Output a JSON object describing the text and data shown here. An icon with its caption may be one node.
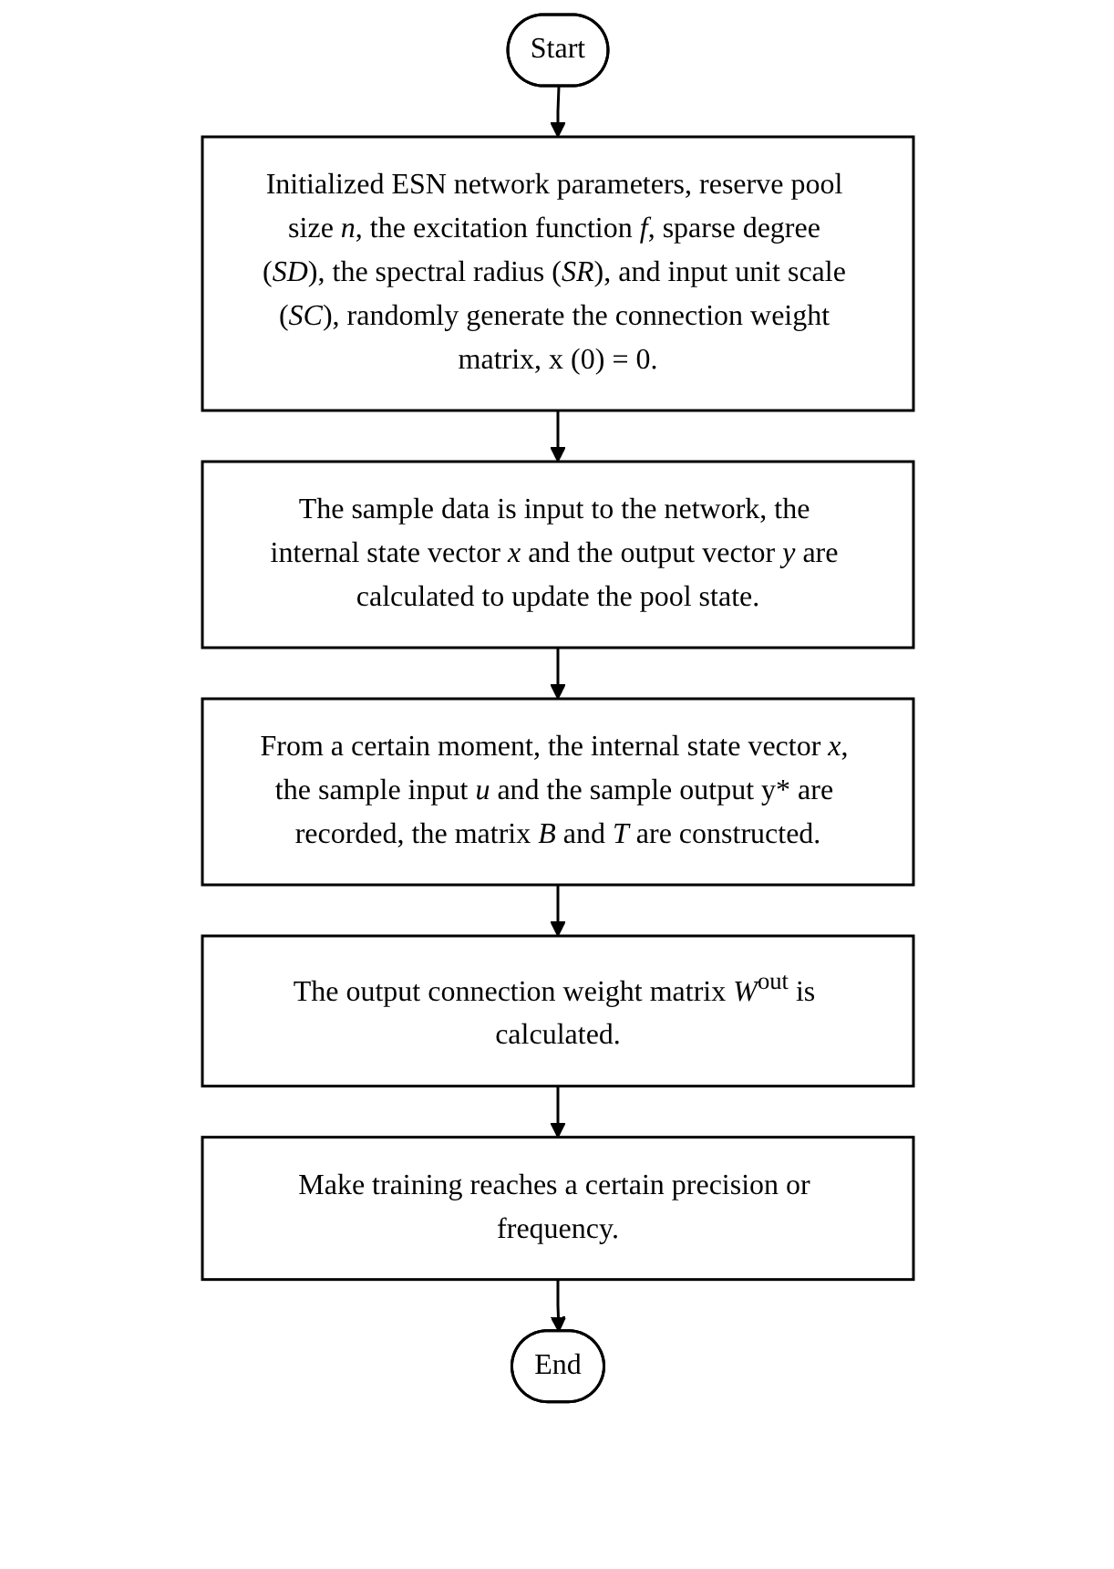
{
  "diagram": {
    "nodes": [
      {
        "text": [
          "Start"
        ]
      },
      {
        "text": [
          "Initialized ESN network parameters, reserve pool size *n*, the excitation function *f*, sparse degree (*SD*), the spectral radius (*SR*), and input unit scale (*SC*), randomly generate the connection weight matrix, x (0) = 0."
        ]
      },
      {
        "text": [
          "The sample data is input to the network, the internal state vector *x* and the output vector *y* are calculated to update the pool state."
        ]
      },
      {
        "text": [
          "From a certain moment, the internal state vector *x*, the sample input *u* and the sample output y* are recorded, the matrix *B* and *T* are constructed."
        ]
      },
      {
        "text": [
          "The output connection weight matrix *W*$^{out}$ is calculated."
        ]
      },
      {
        "text": [
          "Make training reaches a certain precision or frequency."
        ]
      },
      {
        "text": [
          "End"
        ]
      }
    ],
    "edges": [
      {
        "from": 0,
        "to": 1,
        "arrow": "to"
      },
      {
        "from": 1,
        "to": 2,
        "arrow": "to"
      },
      {
        "from": 2,
        "to": 3,
        "arrow": "to"
      },
      {
        "from": 3,
        "to": 4,
        "arrow": "to"
      },
      {
        "from": 4,
        "to": 5,
        "arrow": "to"
      },
      {
        "from": 5,
        "to": 6,
        "arrow": "to"
      }
    ]
  }
}
